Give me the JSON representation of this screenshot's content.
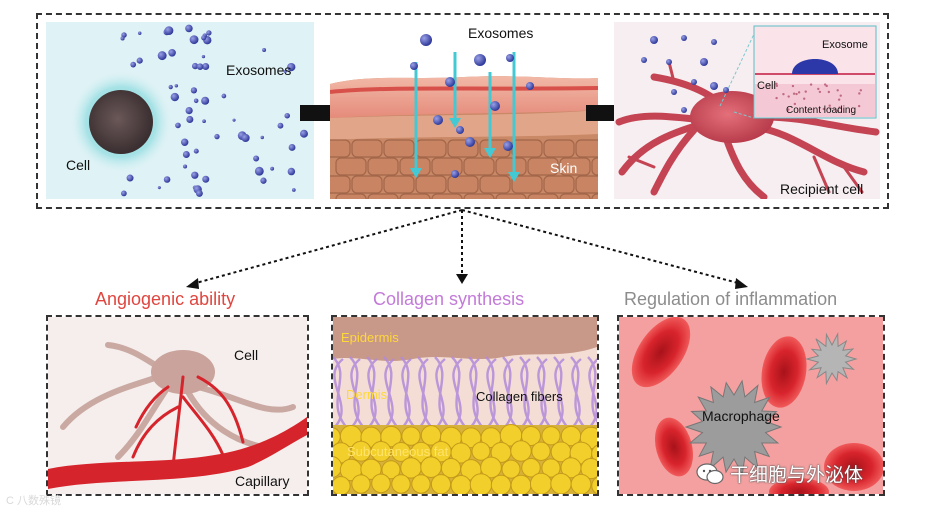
{
  "top": {
    "cell_label": "Cell",
    "exosomes_left_label": "Exosomes",
    "exosomes_center_label": "Exosomes",
    "skin_label": "Skin",
    "exosome_inset_label": "Exosome",
    "inset_cell_label": "Cell",
    "content_loading_label": "Content loading",
    "recipient_cell_label": "Recipient cell"
  },
  "bottom": {
    "angiogenic": {
      "heading": "Angiogenic ability",
      "heading_color": "#e0463f",
      "cell_label": "Cell",
      "capillary_label": "Capillary"
    },
    "collagen": {
      "heading": "Collagen synthesis",
      "heading_color": "#c37ad8",
      "epidermis_label": "Epidermis",
      "dermis_label": "Dermis",
      "collagen_fibers_label": "Collagen fibers",
      "subcutaneous_fat_label": "Subcutaneous fat"
    },
    "inflammation": {
      "heading": "Regulation of inflammation",
      "heading_color": "#8c8c8c",
      "macrophage_label": "Macrophage"
    }
  },
  "watermarks": {
    "left": "C 八数殊镜",
    "right": "干细胞与外泌体"
  }
}
